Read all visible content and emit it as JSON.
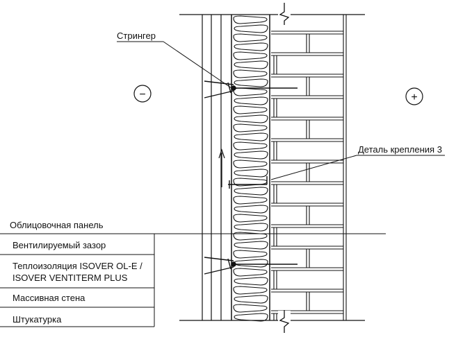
{
  "labels": {
    "stringer": "Стрингер",
    "detail": "Деталь крепления 3",
    "minus": "−",
    "plus": "+"
  },
  "legend": [
    "Облицовочная панель",
    "Вентилируемый зазор",
    "Теплоизоляция ISOVER OL-E /",
    "ISOVER VENTITERM  PLUS",
    "Массивная стена",
    "Штукатурка"
  ]
}
